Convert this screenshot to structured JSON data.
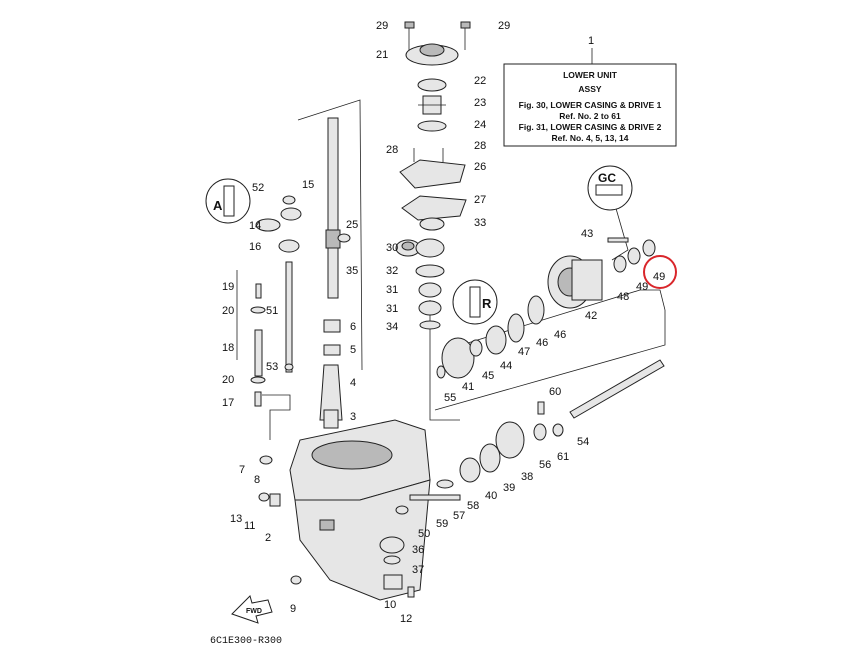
{
  "title_box": {
    "ref_no": "1",
    "line1": "LOWER UNIT",
    "line2": "ASSY",
    "fig1": "Fig. 30, LOWER CASING & DRIVE 1",
    "fig1_ref": "Ref. No. 2 to 61",
    "fig2": "Fig. 31, LOWER CASING & DRIVE 2",
    "fig2_ref": "Ref. No. 4, 5, 13, 14"
  },
  "diagram_code": "6C1E300-R300",
  "fwd_label": "FWD",
  "highlight": {
    "part": "49",
    "color": "#d9262b"
  },
  "callouts": {
    "c29a": "29",
    "c29b": "29",
    "c21": "21",
    "c22": "22",
    "c23": "23",
    "c24": "24",
    "c28a": "28",
    "c28b": "28",
    "c26": "26",
    "c27": "27",
    "c33": "33",
    "c30": "30",
    "c32": "32",
    "c31a": "31",
    "c31b": "31",
    "c34": "34",
    "c52": "52",
    "c15": "15",
    "c14": "14",
    "c16": "16",
    "c25": "25",
    "c35": "35",
    "c19": "19",
    "c51": "51",
    "c20a": "20",
    "c20b": "20",
    "c18": "18",
    "c53": "53",
    "c17": "17",
    "c6": "6",
    "c5": "5",
    "c4": "4",
    "c3": "3",
    "c7": "7",
    "c8": "8",
    "c13": "13",
    "c11": "11",
    "c2": "2",
    "c9": "9",
    "c43": "43",
    "c49a": "49",
    "c49b": "49",
    "c48": "48",
    "c42": "42",
    "c46a": "46",
    "c46b": "46",
    "c47": "47",
    "c44": "44",
    "c45": "45",
    "c41": "41",
    "c55": "55",
    "c60": "60",
    "c54": "54",
    "c61": "61",
    "c56": "56",
    "c38": "38",
    "c39": "39",
    "c40": "40",
    "c58": "58",
    "c57": "57",
    "c59": "59",
    "c50": "50",
    "c36": "36",
    "c37": "37",
    "c10": "10",
    "c12": "12"
  },
  "icons": [
    "sealant-icon",
    "sealant-icon",
    "sealant-icon",
    "fwd-arrow-icon"
  ]
}
